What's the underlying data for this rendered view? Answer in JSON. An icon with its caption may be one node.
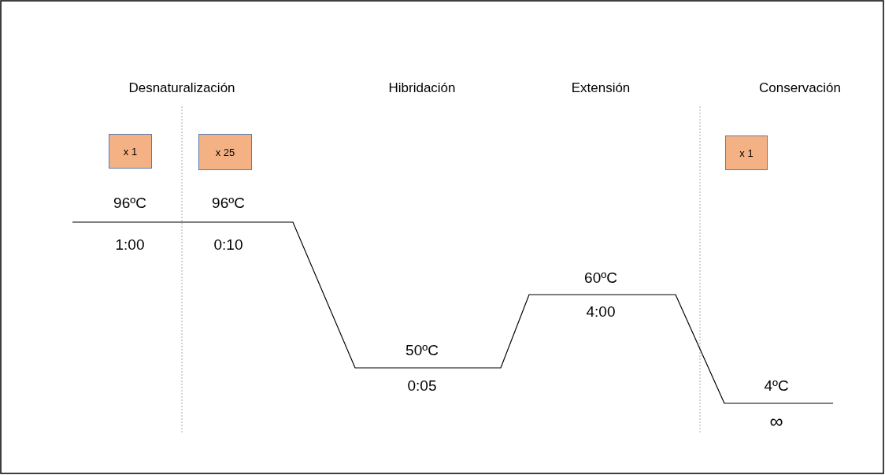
{
  "diagram": {
    "nodes": [
      {
        "text": [
          "x 1"
        ]
      },
      {
        "text": [
          "x 25"
        ]
      },
      {
        "text": [
          "x 1"
        ]
      }
    ],
    "labels": [
      "Desnaturalización",
      "Hibridación",
      "Extensión",
      "Conservación",
      "96ºC",
      "96ºC",
      "1:00",
      "0:10",
      "60ºC",
      "4:00",
      "50ºC",
      "0:05",
      "4ºC",
      "∞"
    ]
  }
}
